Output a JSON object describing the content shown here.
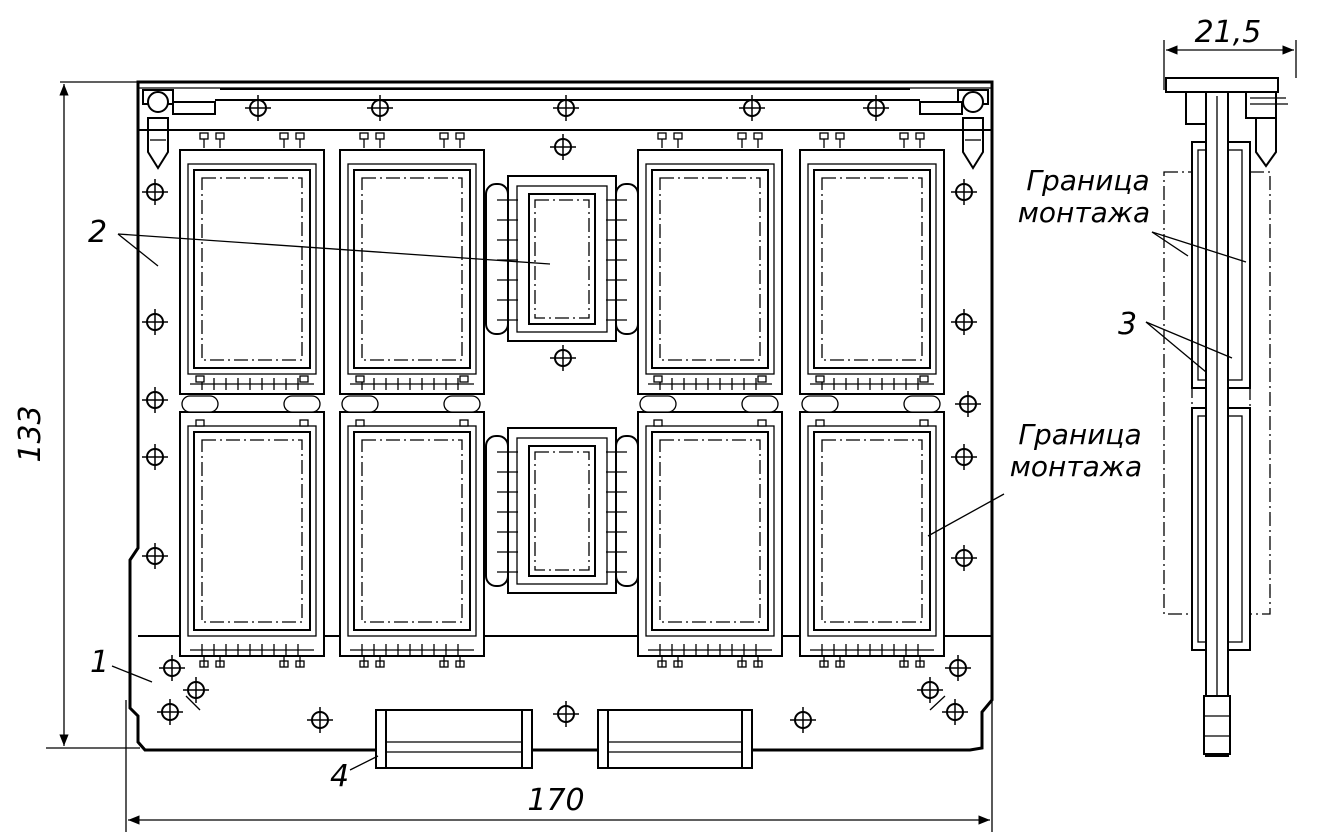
{
  "dimensions": {
    "height": "133",
    "width": "170",
    "thickness": "21,5"
  },
  "callouts": {
    "c1": "1",
    "c2": "2",
    "c3": "3",
    "c4": "4"
  },
  "notes": {
    "mount_boundary_line1": "Граница",
    "mount_boundary_line2": "монтажа"
  }
}
